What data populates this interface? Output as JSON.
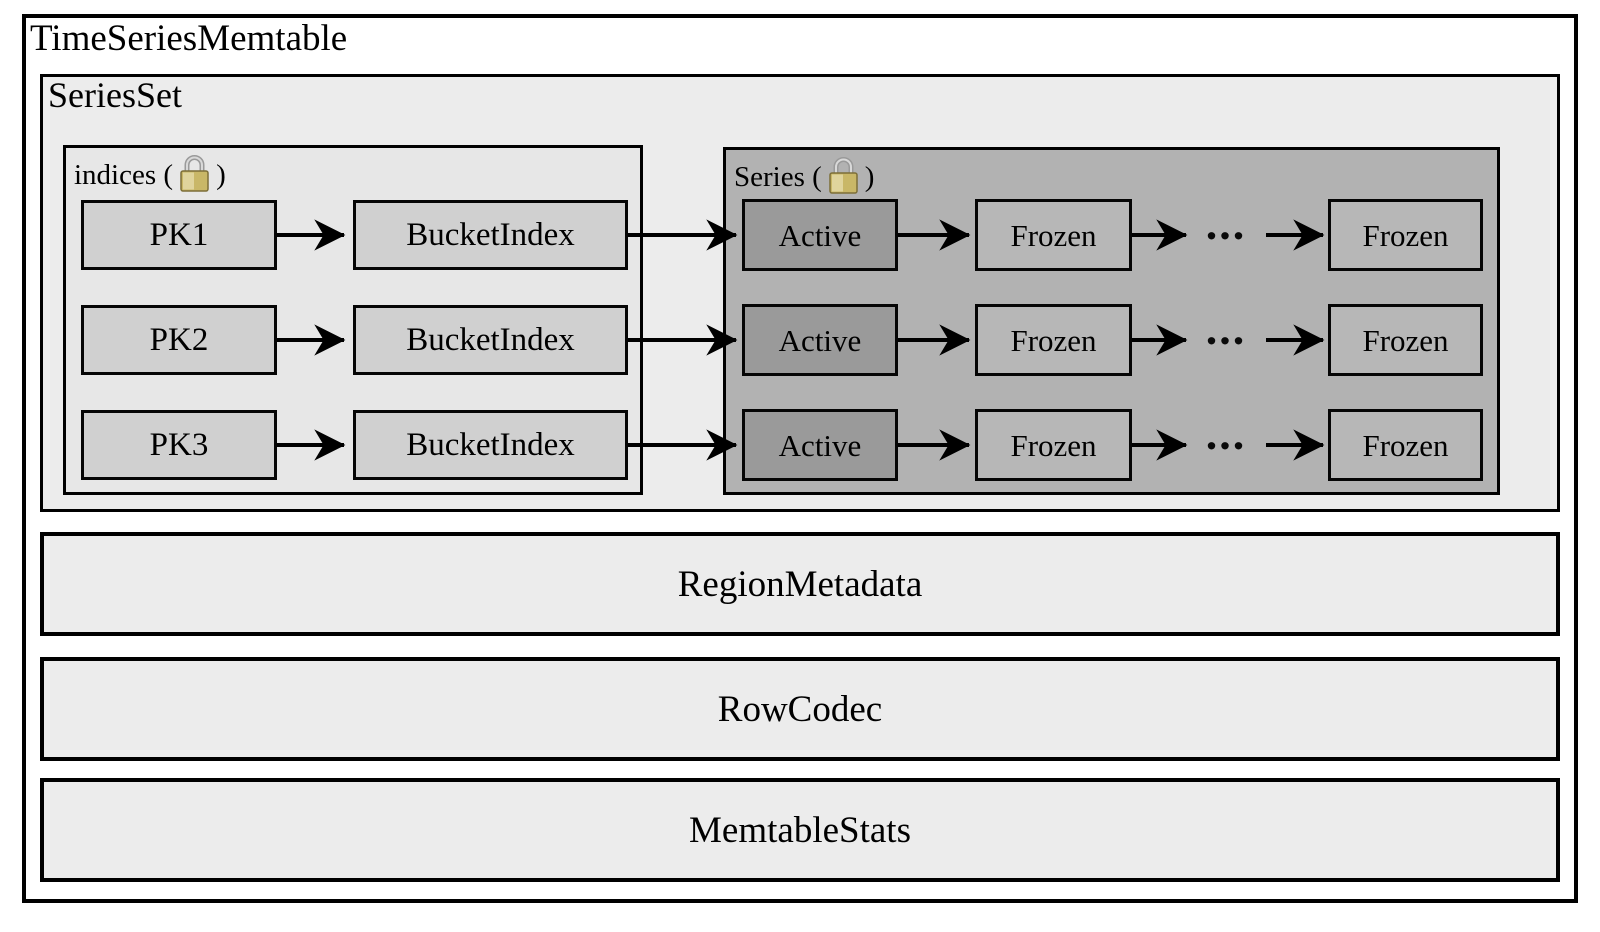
{
  "diagram": {
    "title": "TimeSeriesMemtable",
    "series_set": {
      "label": "SeriesSet",
      "indices_panel": {
        "label_prefix": "indices (",
        "label_suffix": ")",
        "lock_icon": "lock-icon",
        "rows": [
          {
            "pk": "PK1",
            "bucket": "BucketIndex"
          },
          {
            "pk": "PK2",
            "bucket": "BucketIndex"
          },
          {
            "pk": "PK3",
            "bucket": "BucketIndex"
          }
        ]
      },
      "series_panel": {
        "label_prefix": "Series (",
        "label_suffix": ")",
        "lock_icon": "lock-icon",
        "rows": [
          {
            "active": "Active",
            "frozen_first": "Frozen",
            "ellipsis": "...",
            "frozen_last": "Frozen"
          },
          {
            "active": "Active",
            "frozen_first": "Frozen",
            "ellipsis": "...",
            "frozen_last": "Frozen"
          },
          {
            "active": "Active",
            "frozen_first": "Frozen",
            "ellipsis": "...",
            "frozen_last": "Frozen"
          }
        ]
      }
    },
    "blocks": [
      {
        "label": "RegionMetadata"
      },
      {
        "label": "RowCodec"
      },
      {
        "label": "MemtableStats"
      }
    ]
  },
  "colors": {
    "series_set_bg": "#ececec",
    "indices_panel_bg": "#e7e7e7",
    "index_box_bg": "#d0d0d0",
    "series_panel_bg": "#b2b2b2",
    "active_box_bg": "#9a9a9a",
    "frozen_box_bg": "#b7b7b7",
    "block_bg": "#ececec",
    "arrow": "#000000",
    "border": "#000000",
    "lock_body": "#c9b767",
    "lock_body_light": "#e0d49c",
    "lock_shackle": "#a9a9a9"
  }
}
